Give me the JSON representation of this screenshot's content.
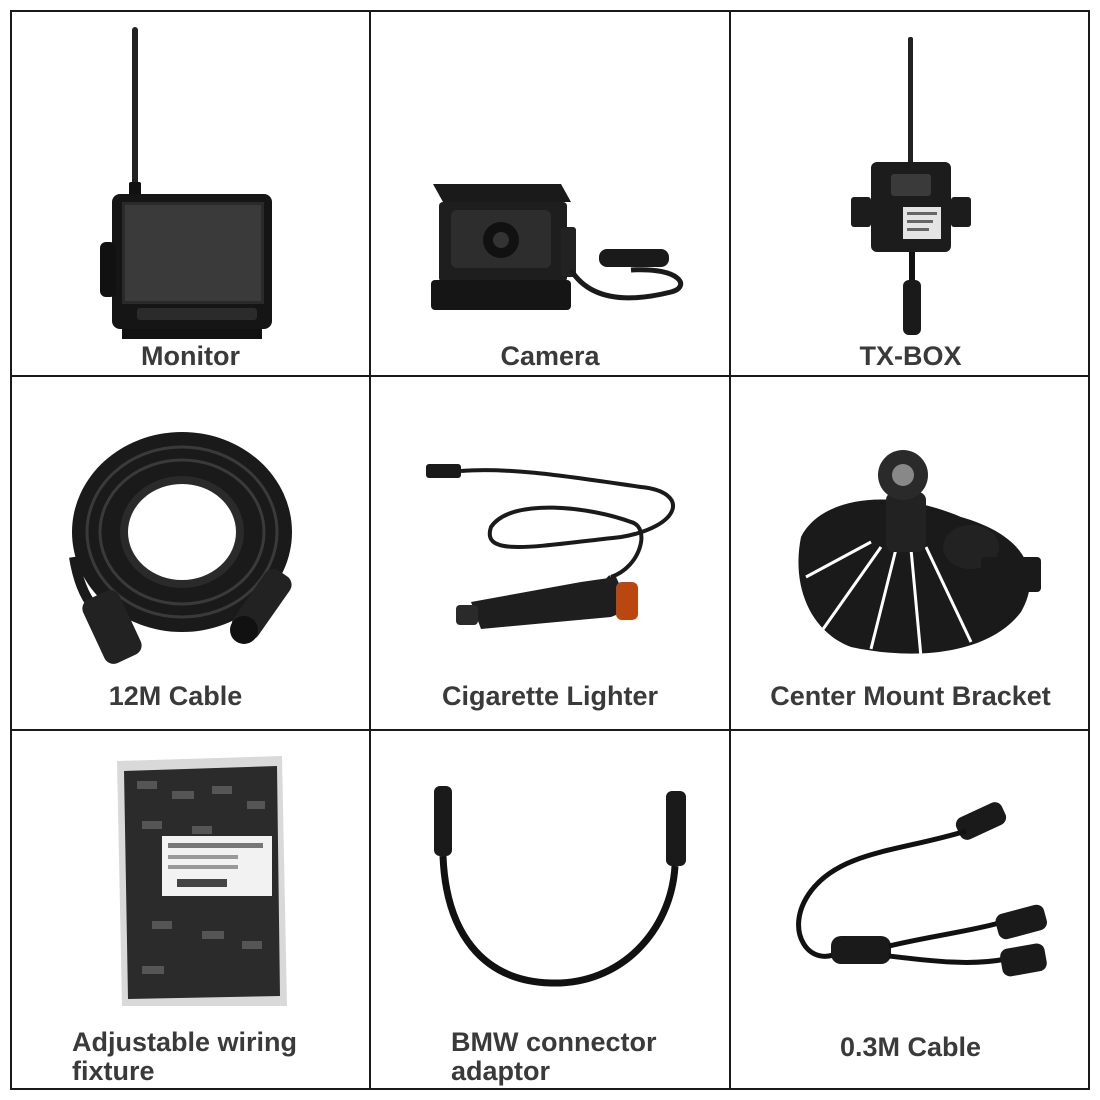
{
  "items": [
    {
      "label": "Monitor",
      "icon": "monitor-icon"
    },
    {
      "label": "Camera",
      "icon": "camera-icon"
    },
    {
      "label": "TX-BOX",
      "icon": "tx-box-icon"
    },
    {
      "label": "12M Cable",
      "icon": "cable-coil-icon"
    },
    {
      "label": "Cigarette Lighter",
      "icon": "cigarette-lighter-icon"
    },
    {
      "label": "Center Mount Bracket",
      "icon": "mount-bracket-icon"
    },
    {
      "label": "Adjustable wiring fixture",
      "icon": "wiring-fixture-bag-icon"
    },
    {
      "label": "BMW connector adaptor",
      "icon": "connector-adaptor-icon"
    },
    {
      "label": "0.3M Cable",
      "icon": "splitter-cable-icon"
    }
  ],
  "colors": {
    "border": "#1a1a1a",
    "label": "#3a3a3a",
    "product": "#1c1c1c"
  }
}
